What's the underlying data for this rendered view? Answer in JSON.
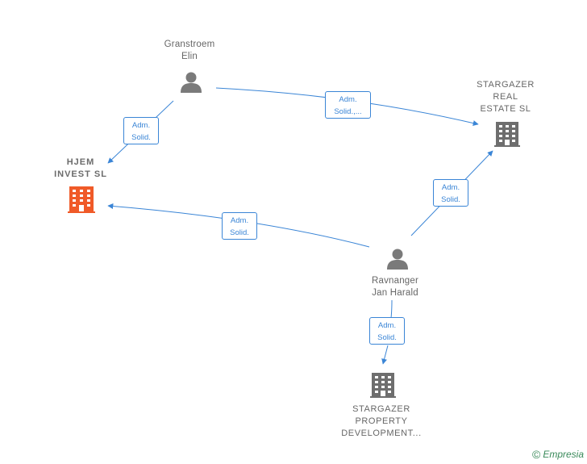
{
  "nodes": {
    "granstroem": {
      "line1": "Granstroem",
      "line2": "Elin"
    },
    "ravnanger": {
      "line1": "Ravnanger",
      "line2": "Jan Harald"
    },
    "hjem": {
      "line1": "HJEM",
      "line2": "INVEST  SL"
    },
    "stargazer_real": {
      "line1": "STARGAZER",
      "line2": "REAL",
      "line3": "ESTATE  SL"
    },
    "stargazer_prop": {
      "line1": "STARGAZER",
      "line2": "PROPERTY",
      "line3": "DEVELOPMENT..."
    }
  },
  "edges": {
    "granstroem_hjem": {
      "line1": "Adm.",
      "line2": "Solid."
    },
    "granstroem_real": {
      "line1": "Adm.",
      "line2": "Solid.,..."
    },
    "ravnanger_real": {
      "line1": "Adm.",
      "line2": "Solid."
    },
    "ravnanger_hjem": {
      "line1": "Adm.",
      "line2": "Solid."
    },
    "ravnanger_prop": {
      "line1": "Adm.",
      "line2": "Solid."
    }
  },
  "colors": {
    "edge": "#3a85d6",
    "person": "#7a7a7a",
    "company": "#6e6e6e",
    "focus_company": "#f05a28"
  },
  "footer": {
    "copyright": "©",
    "brand": "Empresia"
  }
}
